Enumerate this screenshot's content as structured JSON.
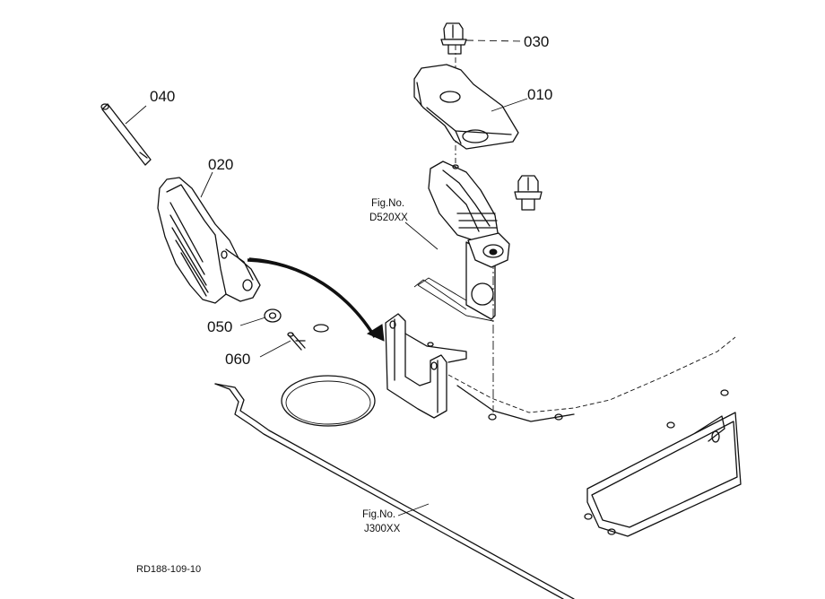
{
  "callouts": {
    "p010": "010",
    "p020": "020",
    "p030": "030",
    "p040": "040",
    "p050": "050",
    "p060": "060"
  },
  "figure_refs": {
    "ref_upper_title": "Fig.No.",
    "ref_upper_code": "D520XX",
    "ref_lower_title": "Fig.No.",
    "ref_lower_code": "J300XX"
  },
  "drawing_code": "RD188-109-10",
  "colors": {
    "ink": "#111111",
    "paper": "#ffffff"
  }
}
